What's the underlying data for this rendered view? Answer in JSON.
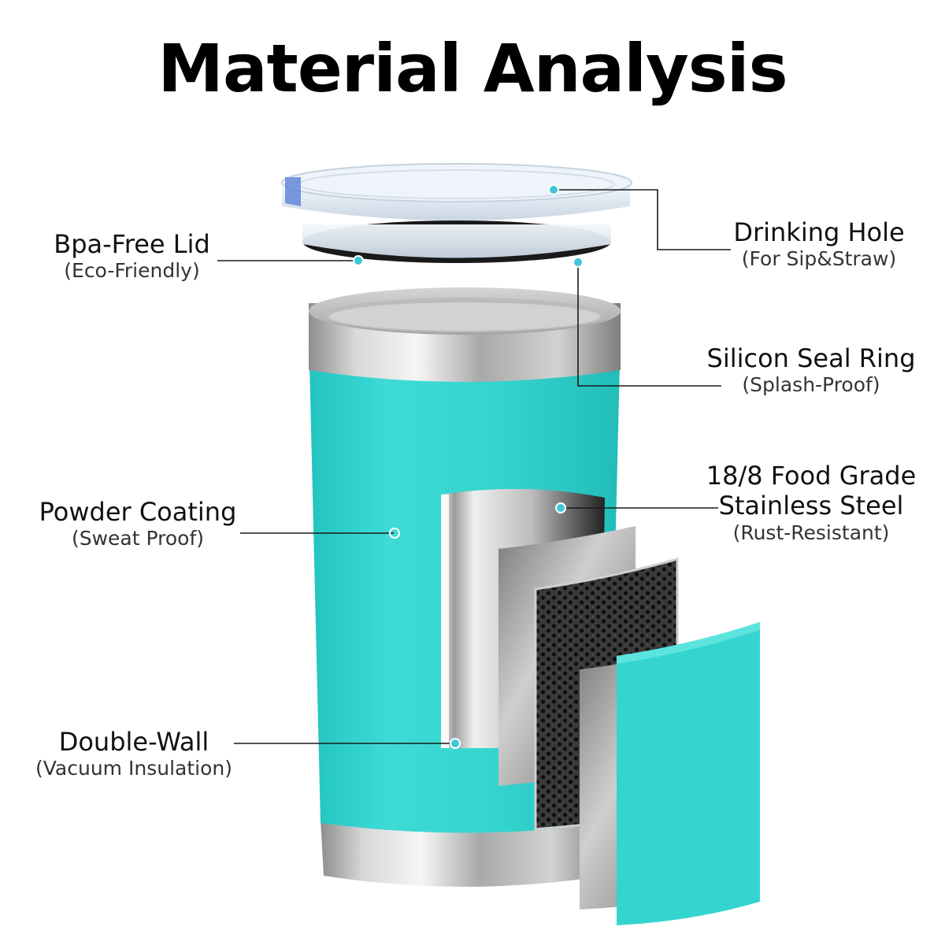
{
  "title": "Material Analysis",
  "colors": {
    "accent": "#3bd6d2",
    "pointer_dot": "#3fc7d6",
    "steel": "#b9b9b9",
    "lid": "#e6eef6"
  },
  "callouts": {
    "lid": {
      "main": "Bpa-Free Lid",
      "sub": "(Eco-Friendly)"
    },
    "drinking_hole": {
      "main": "Drinking Hole",
      "sub": "(For Sip&Straw)"
    },
    "seal_ring": {
      "main": "Silicon Seal Ring",
      "sub": "(Splash-Proof)"
    },
    "steel": {
      "main_line1": "18/8 Food Grade",
      "main_line2": "Stainless Steel",
      "sub": "(Rust-Resistant)"
    },
    "powder": {
      "main": "Powder Coating",
      "sub": "(Sweat Proof)"
    },
    "double_wall": {
      "main": "Double-Wall",
      "sub": "(Vacuum Insulation)"
    }
  }
}
